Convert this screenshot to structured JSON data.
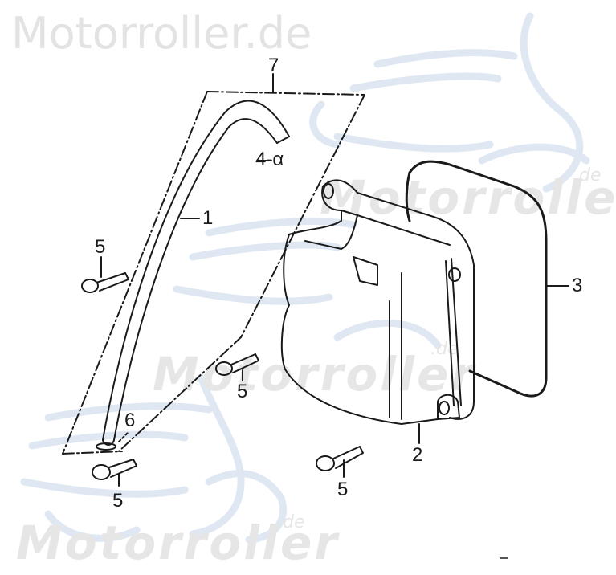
{
  "watermark": {
    "top_text": "Motorroller.de",
    "italic_text": "Motorroller",
    "de_suffix": ".de",
    "text_color": "#e3e3e3",
    "scooter_color": "#dfe8f2"
  },
  "diagram": {
    "type": "exploded parts diagram",
    "subject": "cylinder head cover assembly",
    "line_color": "#1a1a1a",
    "callouts": [
      {
        "id": "c7",
        "label": "7",
        "part": "breather hose assembly"
      },
      {
        "id": "c4",
        "label": "4-α",
        "part": "hose clamp"
      },
      {
        "id": "c1",
        "label": "1",
        "part": "breather hose"
      },
      {
        "id": "c3",
        "label": "3",
        "part": "cover gasket"
      },
      {
        "id": "c2",
        "label": "2",
        "part": "cylinder head cover"
      },
      {
        "id": "c6",
        "label": "6",
        "part": "hose clip"
      },
      {
        "id": "c5a",
        "label": "5",
        "part": "flange bolt"
      },
      {
        "id": "c5b",
        "label": "5",
        "part": "flange bolt"
      },
      {
        "id": "c5c",
        "label": "5",
        "part": "flange bolt"
      },
      {
        "id": "c5d",
        "label": "5",
        "part": "flange bolt"
      }
    ]
  }
}
